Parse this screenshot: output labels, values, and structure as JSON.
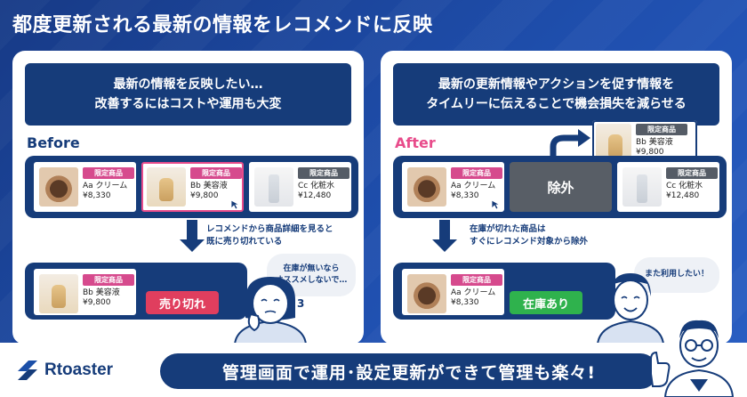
{
  "title": "都度更新される最新の情報をレコメンドに反映",
  "before": {
    "headline_line1": "最新の情報を反映したい…",
    "headline_line2": "改善するにはコストや運用も大変",
    "label": "Before",
    "products": [
      {
        "badge": "限定商品",
        "name": "Aa クリーム",
        "price": "¥8,330"
      },
      {
        "badge": "限定商品",
        "name": "Bb 美容液",
        "price": "¥9,800"
      },
      {
        "badge": "限定商品",
        "name": "Cc 化粧水",
        "price": "¥12,480"
      }
    ],
    "note_line1": "レコメンドから商品詳細を見ると",
    "note_line2": "既に売り切れている",
    "detail": {
      "badge": "限定商品",
      "name": "Bb 美容液",
      "price": "¥9,800"
    },
    "status": "売り切れ",
    "bubble_line1": "在庫が無いなら",
    "bubble_line2": "オススメしないで…"
  },
  "after": {
    "headline_line1": "最新の更新情報やアクションを促す情報を",
    "headline_line2": "タイムリーに伝えることで機会損失を減らせる",
    "label": "After",
    "removed": {
      "badge": "限定商品",
      "name": "Bb 美容液",
      "price": "¥9,800"
    },
    "products": [
      {
        "badge": "限定商品",
        "name": "Aa クリーム",
        "price": "¥8,330"
      },
      {
        "badge": "限定商品",
        "name": "Cc 化粧水",
        "price": "¥12,480"
      }
    ],
    "exclude_label": "除外",
    "note_line1": "在庫が切れた商品は",
    "note_line2": "すぐにレコメンド対象から除外",
    "detail": {
      "badge": "限定商品",
      "name": "Aa クリーム",
      "price": "¥8,330"
    },
    "status": "在庫あり",
    "bubble": "また利用したい！"
  },
  "tagline": "管理画面で運用･設定更新ができて管理も楽々!",
  "logo_text": "Rtoaster",
  "colors": {
    "navy": "#163c7a",
    "pink": "#e84c8b",
    "sold": "#e03e5e",
    "stock": "#2fb24d",
    "gray": "#585e66"
  }
}
